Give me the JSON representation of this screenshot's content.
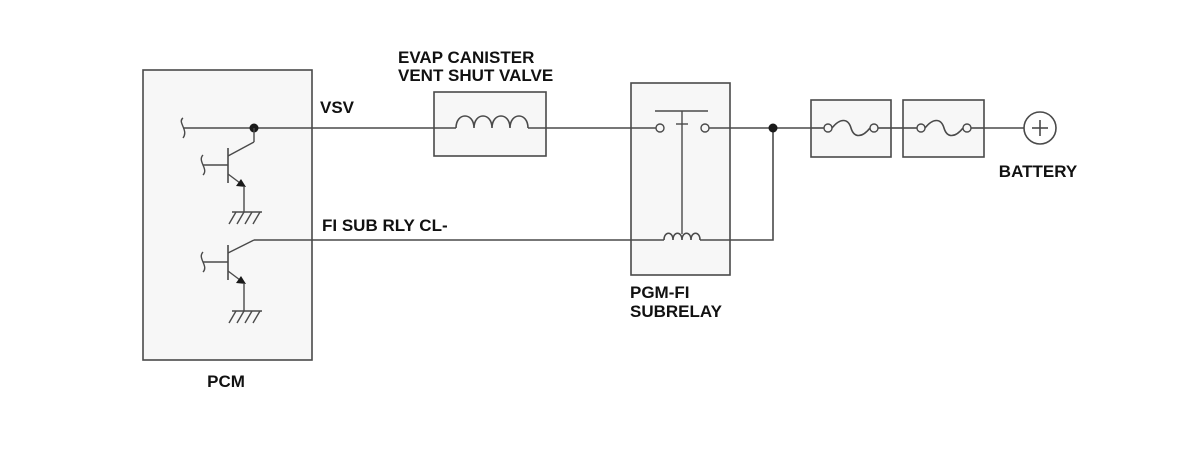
{
  "labels": {
    "pcm": "PCM",
    "vsv": "VSV",
    "fi_sub_rly": "FI SUB RLY CL-",
    "evap_line1": "EVAP CANISTER",
    "evap_line2": "VENT SHUT VALVE",
    "pgm_line1": "PGM-FI",
    "pgm_line2": "SUBRELAY",
    "battery": "BATTERY"
  },
  "colors": {
    "line": "#4a4a4a",
    "text": "#111111",
    "box_fill": "#f7f7f7"
  }
}
